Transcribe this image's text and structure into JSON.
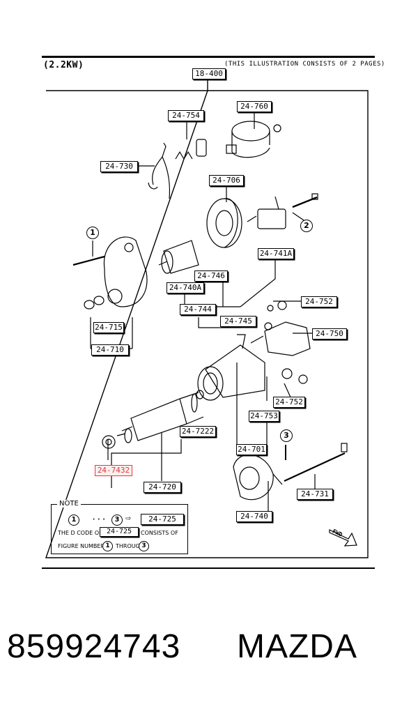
{
  "header": {
    "left": "(2.2KW)",
    "right": "(THIS ILLUSTRATION CONSISTS OF  2 PAGES)"
  },
  "labels": {
    "l18400": "18-400",
    "l24760": "24-760",
    "l24754": "24-754",
    "l24730": "24-730",
    "l24706": "24-706",
    "l24741A": "24-741A",
    "l24746": "24-746",
    "l24740A": "24-740A",
    "l24744": "24-744",
    "l24745": "24-745",
    "l24752a": "24-752",
    "l24750": "24-750",
    "l24715": "24-715",
    "l24710": "24-710",
    "l24752b": "24-752",
    "l24753": "24-753",
    "l247222": "24-7222",
    "l24701": "24-701",
    "l247432": "24-7432",
    "l24720": "24-720",
    "l24731": "24-731",
    "l24740": "24-740",
    "l24725a": "24-725",
    "l24725b": "24-725"
  },
  "callouts": {
    "c1": "1",
    "c2": "2",
    "c3": "3"
  },
  "note": {
    "title": "NOTE",
    "range_dots": "···",
    "arrow": "⇨",
    "line2_prefix": "THE D CODE OF",
    "line2_suffix": "CONSISTS OF",
    "line3_prefix": "FIGURE NUMBERS",
    "line3_mid": "THROUGH",
    "n1": "1",
    "n3": "3",
    "n1b": "1",
    "n3b": "3"
  },
  "fwd_label": "FWD",
  "caption": {
    "part_number": "859924743",
    "brand": "MAZDA"
  },
  "colors": {
    "highlight": "#e03b3b",
    "ink": "#000000"
  }
}
